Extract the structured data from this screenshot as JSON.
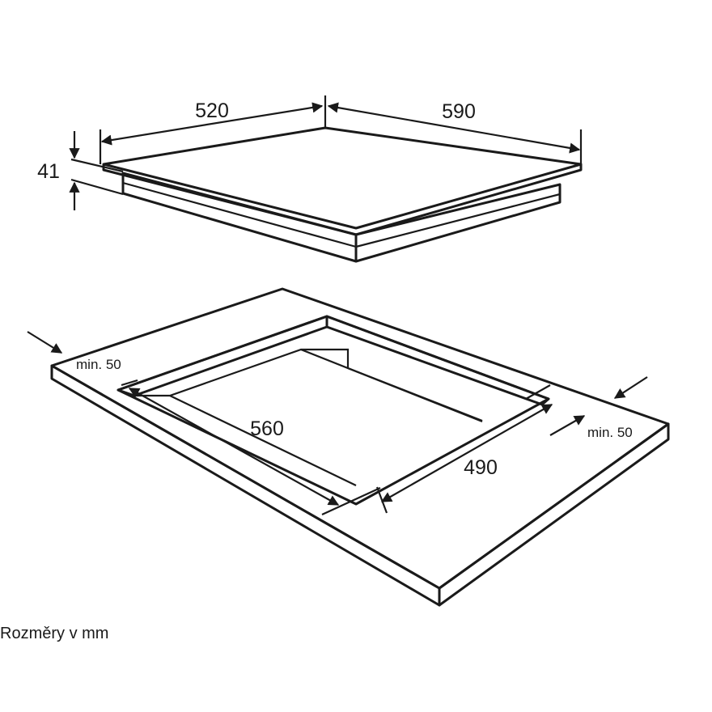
{
  "hob": {
    "depth_label": "520",
    "width_label": "590",
    "height_label": "41"
  },
  "cutout": {
    "width_label": "560",
    "depth_label": "490",
    "clearance_left_label": "min. 50",
    "clearance_right_label": "min. 50"
  },
  "footer": {
    "units_note": "Rozměry v mm"
  },
  "colors": {
    "line": "#1a1a1a",
    "glass_light": "#f4f4f4",
    "glass_dark": "#9a9a9a",
    "worktop": "#ececec",
    "edge_face": "#ffffff"
  }
}
